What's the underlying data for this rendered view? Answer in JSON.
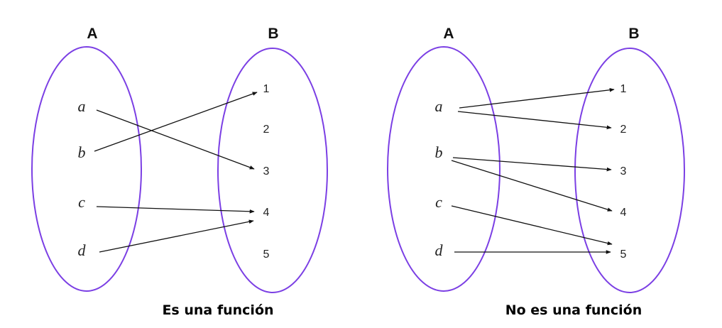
{
  "colors": {
    "ellipse": "#7b3fe4",
    "arrow": "#111111"
  },
  "diagrams": [
    {
      "set_a_title": "A",
      "set_b_title": "B",
      "domain": [
        "a",
        "b",
        "c",
        "d"
      ],
      "codomain": [
        "1",
        "2",
        "3",
        "4",
        "5"
      ],
      "mappings": [
        [
          "a",
          "3"
        ],
        [
          "b",
          "1"
        ],
        [
          "c",
          "4"
        ],
        [
          "d",
          "4"
        ]
      ],
      "caption": "Es una función"
    },
    {
      "set_a_title": "A",
      "set_b_title": "B",
      "domain": [
        "a",
        "b",
        "c",
        "d"
      ],
      "codomain": [
        "1",
        "2",
        "3",
        "4",
        "5"
      ],
      "mappings": [
        [
          "a",
          "1"
        ],
        [
          "a",
          "2"
        ],
        [
          "b",
          "3"
        ],
        [
          "b",
          "4"
        ],
        [
          "c",
          "5"
        ],
        [
          "d",
          "5"
        ]
      ],
      "caption": "No es una función"
    }
  ]
}
